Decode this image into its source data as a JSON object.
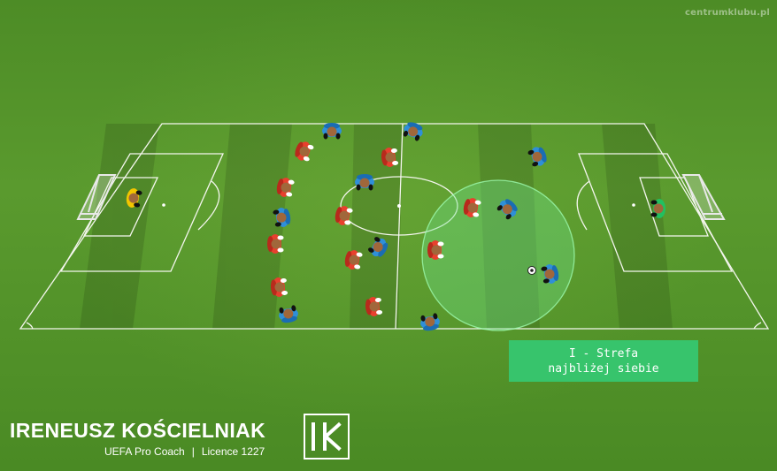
{
  "watermark": "centrumklubu.pl",
  "callout": {
    "line1": "I - Strefa",
    "line2": "najbliżej siebie"
  },
  "coach": {
    "name": "IRENEUSZ KOŚCIELNIAK",
    "title": "UEFA Pro Coach",
    "licence": "Licence 1227"
  },
  "logo_letters": "IK",
  "colors": {
    "red_team": "#e8402e",
    "blue_team": "#2f8fd8",
    "left_goalkeeper": "#f2c500",
    "right_goalkeeper": "#22c060",
    "zone": "#6ee08a",
    "callout_bg": "#37c46c",
    "grass": "#4f8f2a"
  },
  "icons": [
    "player-icon",
    "ball-icon",
    "goal-icon"
  ]
}
